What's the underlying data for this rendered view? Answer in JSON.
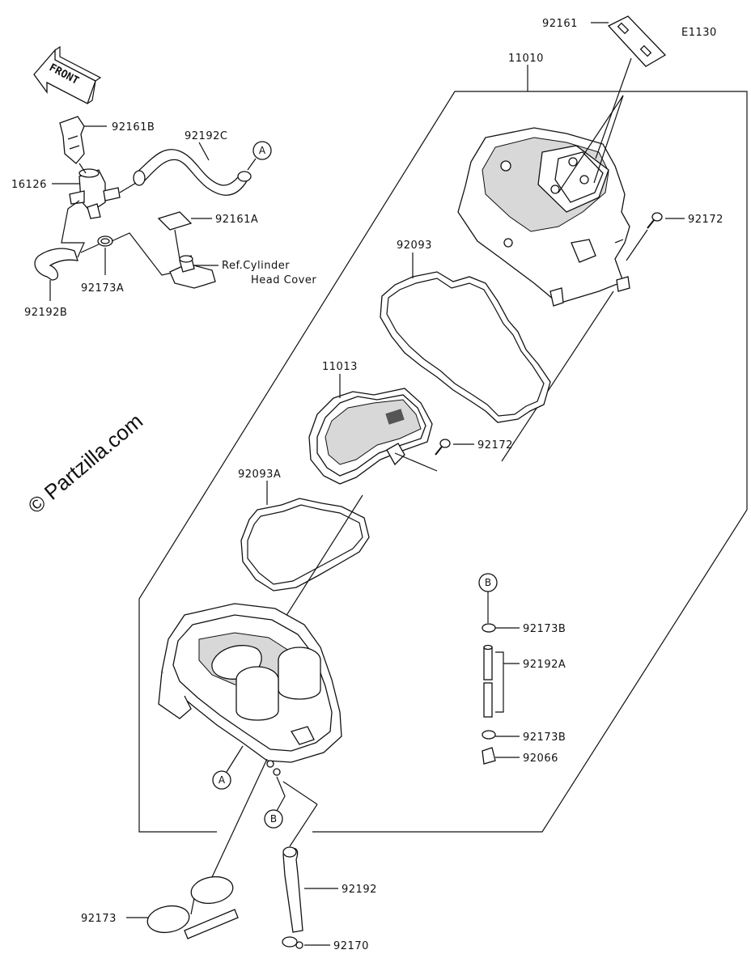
{
  "diagram_code": "E1130",
  "watermark": "© Partzilla.com",
  "front_arrow_label": "FRONT",
  "callouts": {
    "p92161": "92161",
    "p11010": "11010",
    "p92161B": "92161B",
    "p92192C": "92192C",
    "p16126": "16126",
    "p92161A": "92161A",
    "ref_line1": "Ref.Cylinder",
    "ref_line2": "Head Cover",
    "p92173A": "92173A",
    "p92192B": "92192B",
    "p92172_top": "92172",
    "p92093": "92093",
    "p11013": "11013",
    "p92172_mid": "92172",
    "p92093A": "92093A",
    "p92173B_top": "92173B",
    "p92192A": "92192A",
    "p92173B_bot": "92173B",
    "p92066": "92066",
    "p92192": "92192",
    "p92173": "92173",
    "p92170": "92170"
  },
  "reference_markers": {
    "a_top": "A",
    "b_right": "B",
    "a_bottom": "A",
    "b_bottom": "B"
  }
}
